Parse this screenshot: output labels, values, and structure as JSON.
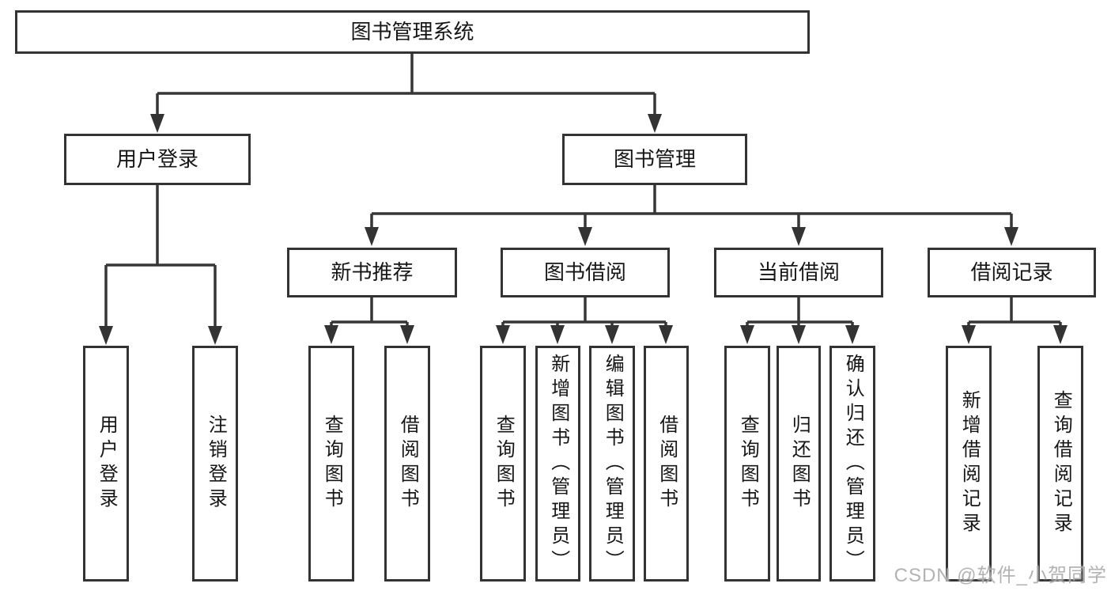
{
  "diagram": {
    "root": {
      "label": "图书管理系统"
    },
    "branches": [
      {
        "label": "用户登录",
        "leaves": [
          "用户登录",
          "注销登录"
        ]
      },
      {
        "label": "图书管理",
        "children": [
          {
            "label": "新书推荐",
            "leaves": [
              "查询图书",
              "借阅图书"
            ]
          },
          {
            "label": "图书借阅",
            "leaves": [
              "查询图书",
              "新增图书（管理员）",
              "编辑图书（管理员）",
              "借阅图书"
            ]
          },
          {
            "label": "当前借阅",
            "leaves": [
              "查询图书",
              "归还图书",
              "确认归还（管理员）"
            ]
          },
          {
            "label": "借阅记录",
            "leaves": [
              "新增借阅记录",
              "查询借阅记录"
            ]
          }
        ]
      }
    ]
  },
  "watermark": {
    "text": "CSDN @软件_小贺同学"
  },
  "colors": {
    "line": "#363636",
    "node_border": "#333333",
    "text": "#161616",
    "watermark": "#a8a8a8",
    "background": "#ffffff"
  }
}
